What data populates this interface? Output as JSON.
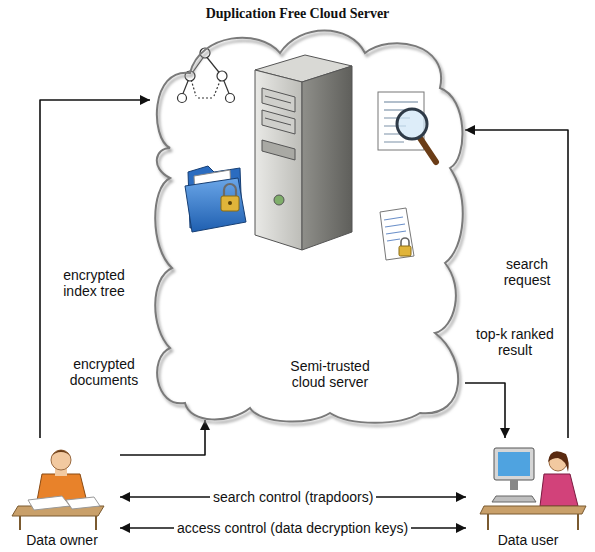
{
  "diagram": {
    "title": "Duplication Free Cloud Server",
    "nodes": [
      {
        "text": [
          "Semi-trusted cloud server"
        ]
      },
      {
        "text": [
          "Data owner"
        ]
      },
      {
        "text": [
          "Data user"
        ]
      }
    ],
    "edges": [
      {
        "from": 1,
        "to": 0,
        "label": "encrypted index tree",
        "arrow": "to"
      },
      {
        "from": 1,
        "to": 0,
        "label": "encrypted documents",
        "arrow": "to"
      },
      {
        "from": 2,
        "to": 0,
        "label": "search request",
        "arrow": "to"
      },
      {
        "from": 0,
        "to": 2,
        "label": "top-k ranked result",
        "arrow": "to"
      },
      {
        "from": 1,
        "to": 2,
        "label": "search control (trapdoors)",
        "arrow": "both"
      },
      {
        "from": 1,
        "to": 2,
        "label": "access control (data decryption keys)",
        "arrow": "both"
      }
    ]
  }
}
